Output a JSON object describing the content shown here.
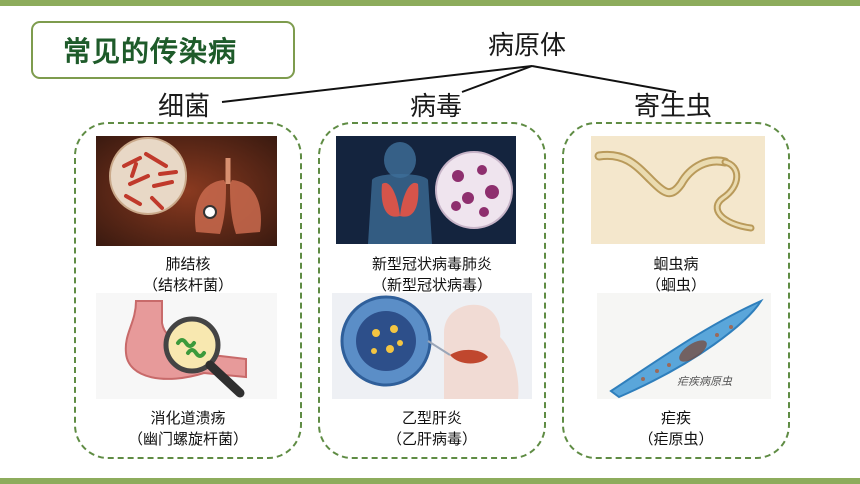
{
  "title": "常见的传染病",
  "root": "病原体",
  "categories": [
    {
      "name": "细菌",
      "items": [
        {
          "name": "肺结核",
          "pathogen": "（结核杆菌）",
          "image_icon": "lungs-bacteria-icon"
        },
        {
          "name": "消化道溃疡",
          "pathogen": "（幽门螺旋杆菌）",
          "image_icon": "stomach-magnifier-icon"
        }
      ]
    },
    {
      "name": "病毒",
      "items": [
        {
          "name": "新型冠状病毒肺炎",
          "pathogen": "（新型冠状病毒）",
          "image_icon": "body-virus-icon"
        },
        {
          "name": "乙型肝炎",
          "pathogen": "（乙肝病毒）",
          "image_icon": "liver-virus-icon"
        }
      ]
    },
    {
      "name": "寄生虫",
      "items": [
        {
          "name": "蛔虫病",
          "pathogen": "（蛔虫）",
          "image_icon": "roundworm-icon"
        },
        {
          "name": "疟疾",
          "pathogen": "（疟原虫）",
          "image_icon": "plasmodium-icon",
          "image_text": "疟疾病原虫"
        }
      ]
    }
  ],
  "colors": {
    "accent": "#7e9c4e",
    "title_text": "#1e5b2a",
    "dashed_border": "#5f8c44"
  }
}
